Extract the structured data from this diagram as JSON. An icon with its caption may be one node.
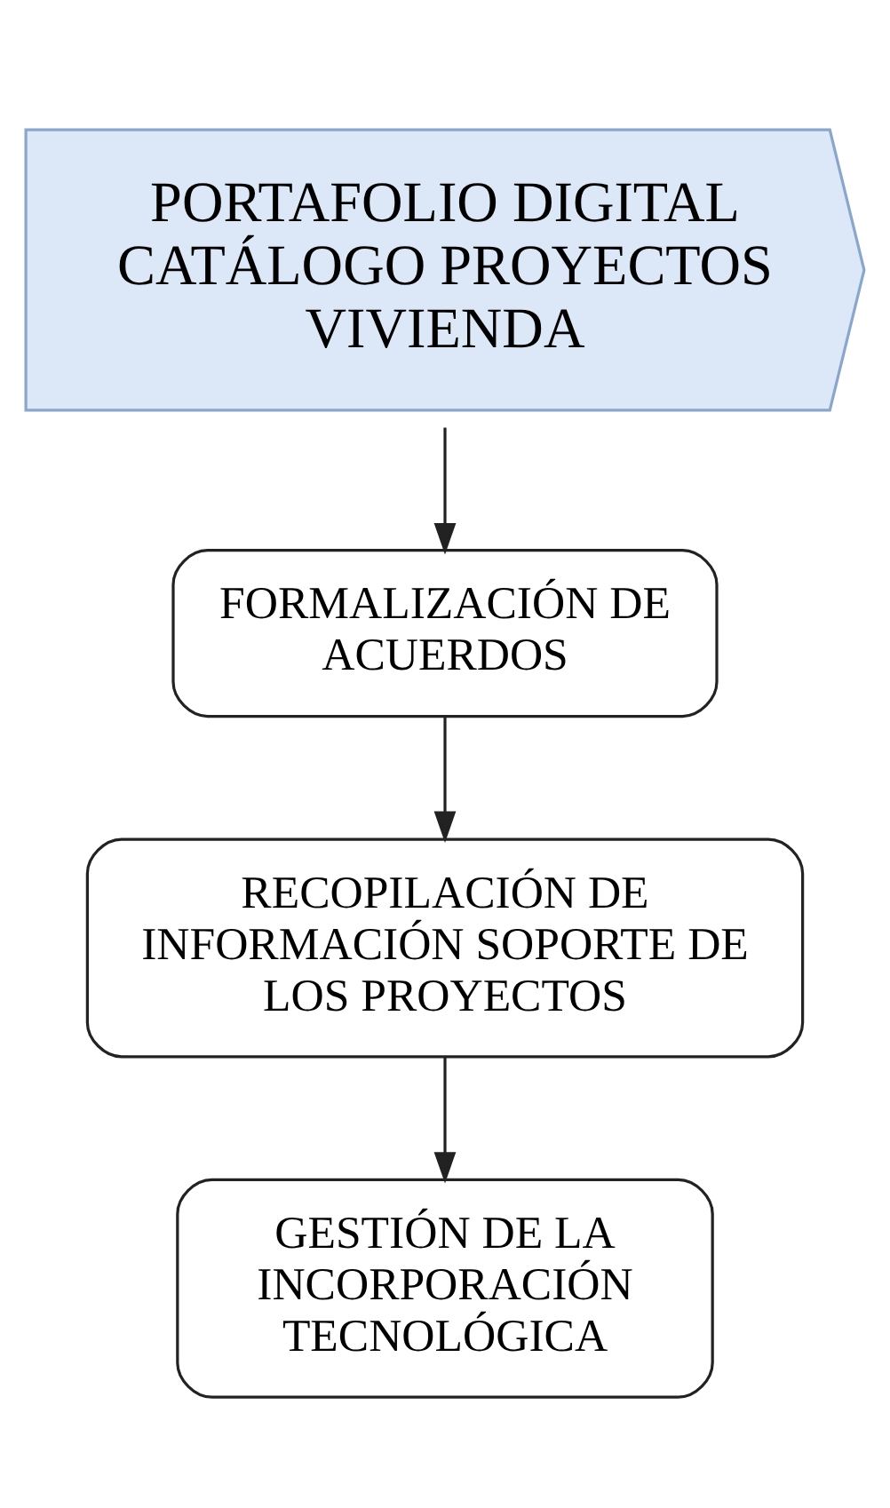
{
  "diagram": {
    "nodes": [
      {
        "text": [
          "PORTAFOLIO DIGITAL CATÁLOGO PROYECTOS VIVIENDA"
        ]
      },
      {
        "text": [
          "FORMALIZACIÓN DE ACUERDOS"
        ]
      },
      {
        "text": [
          "RECOPILACIÓN DE INFORMACIÓN SOPORTE DE LOS PROYECTOS"
        ]
      },
      {
        "text": [
          "GESTIÓN DE LA INCORPORACIÓN TECNOLÓGICA"
        ]
      }
    ],
    "edges": [
      {
        "from": 0,
        "to": 1,
        "arrow": "to"
      },
      {
        "from": 1,
        "to": 2,
        "arrow": "to"
      },
      {
        "from": 2,
        "to": 3,
        "arrow": "to"
      }
    ]
  }
}
